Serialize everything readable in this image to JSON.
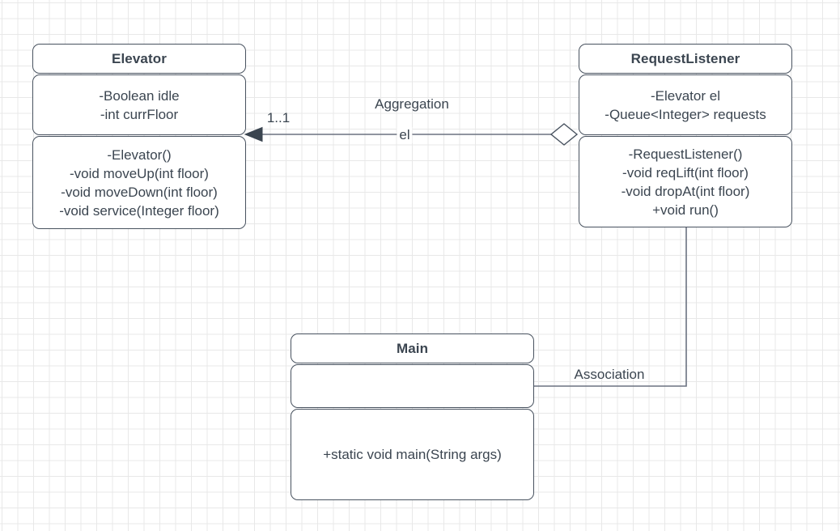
{
  "diagram": {
    "type": "uml-class-diagram",
    "background": "#ffffff",
    "grid_color": "#e8e8e8",
    "grid_major_color": "#cfcfcf",
    "stroke_color": "#48525f",
    "text_color": "#3b4550"
  },
  "classes": {
    "elevator": {
      "name": "Elevator",
      "attributes": [
        "-Boolean idle",
        "-int currFloor"
      ],
      "methods": [
        "-Elevator()",
        "-void moveUp(int floor)",
        "-void moveDown(int floor)",
        "-void service(Integer floor)"
      ]
    },
    "request_listener": {
      "name": "RequestListener",
      "attributes": [
        "-Elevator el",
        "-Queue<Integer> requests"
      ],
      "methods": [
        "-RequestListener()",
        "-void reqLift(int floor)",
        "-void dropAt(int floor)",
        "+void run()"
      ]
    },
    "main": {
      "name": "Main",
      "attributes": [],
      "methods": [
        "+static void main(String args)"
      ]
    }
  },
  "relationships": {
    "aggregation": {
      "label": "Aggregation",
      "role_label": "el",
      "multiplicity_source": "1..1",
      "from": "RequestListener",
      "to": "Elevator",
      "source_decoration": "open-diamond",
      "target_decoration": "filled-arrow"
    },
    "association": {
      "label": "Association",
      "from": "Main",
      "to": "RequestListener",
      "routing": "orthogonal"
    }
  }
}
